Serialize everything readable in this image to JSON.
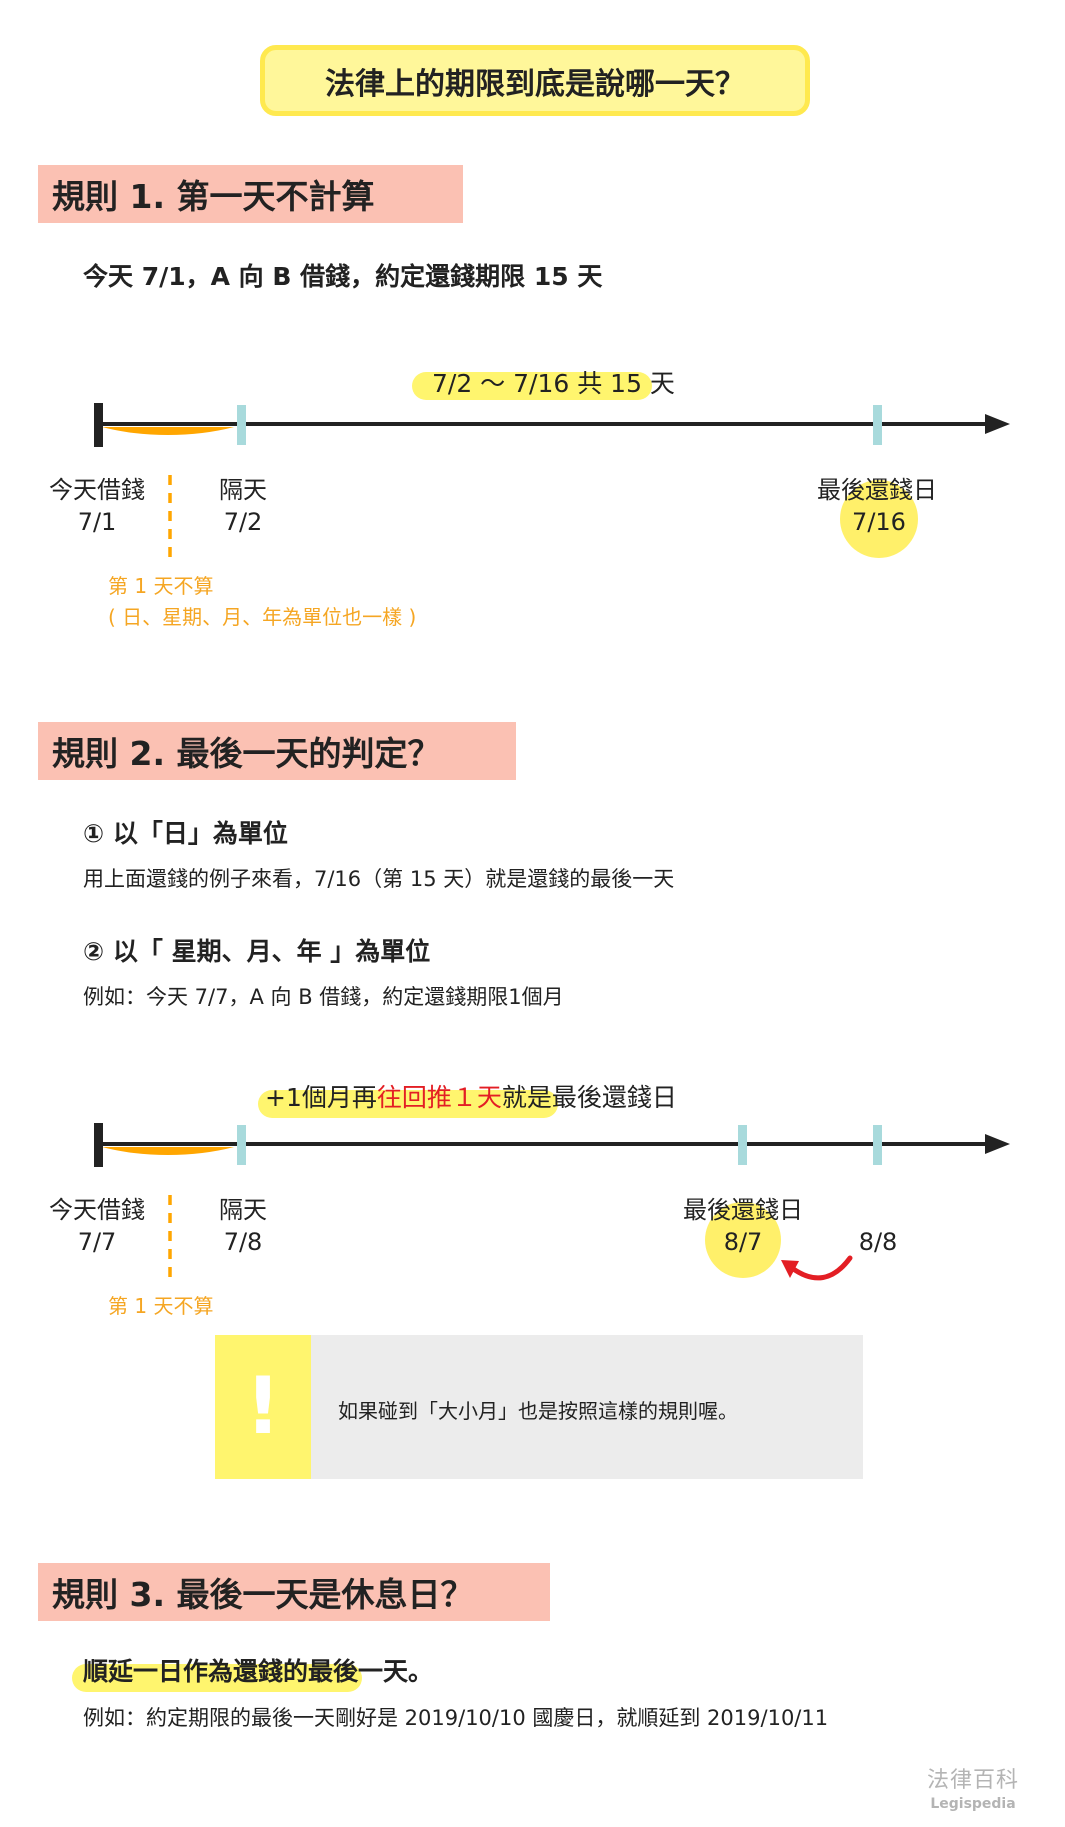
{
  "title": "法律上的期限到底是說哪一天？",
  "rule1": {
    "heading": "規則 1. 第一天不計算",
    "example": "今天 7/1，A 向 B 借錢，約定還錢期限 15 天",
    "range_label": "7/2 ～ 7/16 共 15 天",
    "today_label": "今天借錢",
    "today_date": "7/1",
    "next_label": "隔天",
    "next_date": "7/2",
    "last_label": "最後還錢日",
    "last_date": "7/16",
    "note_line1": "第 1 天不算",
    "note_line2": "( 日、星期、月、年為單位也一樣 )"
  },
  "rule2": {
    "heading": "規則 2. 最後一天的判定？",
    "item1_title": "① 以「日」為單位",
    "item1_desc": "用上面還錢的例子來看，7/16（第 15 天）就是還錢的最後一天",
    "item2_title": "② 以「 星期、月、年 」為單位",
    "item2_desc": "例如：今天 7/7，A 向 B 借錢，約定還錢期限1個月",
    "formula_pre": "+1個月再",
    "formula_red": "往回推１天",
    "formula_post": "就是最後還錢日",
    "today_label": "今天借錢",
    "today_date": "7/7",
    "next_label": "隔天",
    "next_date": "7/8",
    "last_label": "最後還錢日",
    "last_date": "8/7",
    "plus_date": "8/8",
    "note_line1": "第 1 天不算",
    "tip_mark": "!",
    "tip_text": "如果碰到「大小月」也是按照這樣的規則喔。"
  },
  "rule3": {
    "heading": "規則 3. 最後一天是休息日？",
    "statement": "順延一日作為還錢的最後一天。",
    "example": "例如：約定期限的最後一天剛好是 2019/10/10 國慶日，就順延到 2019/10/11"
  },
  "watermark": {
    "cn": "法律百科",
    "en": "Legispedia"
  },
  "colors": {
    "highlight": "#fff56e",
    "rule_head": "#fbc1b3",
    "arc": "#ffa600",
    "tick": "#a8dadc",
    "axis": "#222222",
    "red": "#e31e24"
  }
}
